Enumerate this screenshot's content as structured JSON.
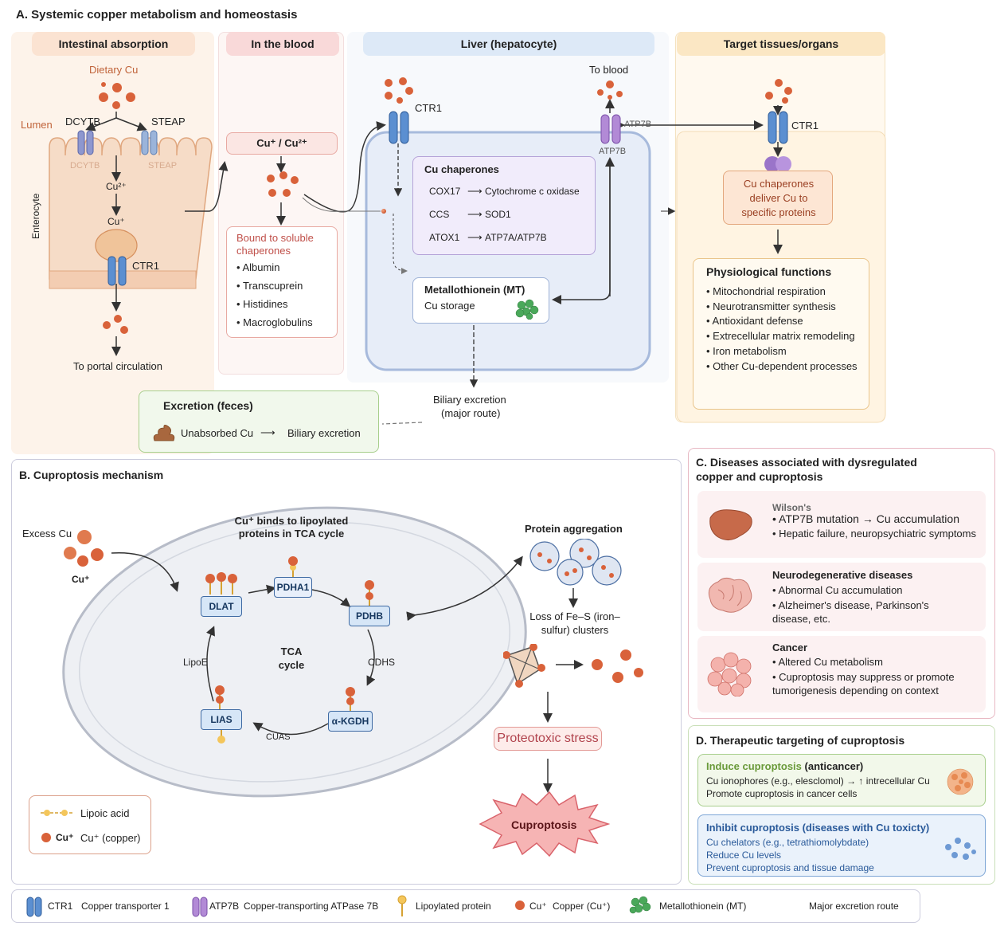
{
  "panelA": {
    "title": "A. Systemic copper metabolism and homeostasis",
    "intestinal": {
      "header": "Intestinal absorption",
      "dietary": "Dietary Cu",
      "lumen": "Lumen",
      "dcytb": "DCYTB",
      "steap": "STEAP",
      "dcytb_faint": "DCYTB",
      "steap_faint": "STEAP",
      "cu2": "Cu²⁺",
      "cu1": "Cu⁺",
      "enterocyte": "Enterocyte",
      "ctr1": "CTR1",
      "portal": "To portal circulation"
    },
    "blood": {
      "header": "In the blood",
      "cu_label": "Cu⁺ / Cu²⁺",
      "bound_title": "Bound to soluble chaperones",
      "items": [
        "Albumin",
        "Transcuprein",
        "Histidines",
        "Macroglobulins"
      ]
    },
    "liver": {
      "header": "Liver (hepatocyte)",
      "ctr1": "CTR1",
      "to_blood": "To blood",
      "atp7b_side": "ATP7B",
      "atp7b_bottom": "ATP7B",
      "chaperones_title": "Cu chaperones",
      "chaperones": [
        {
          "from": "COX17",
          "to": "Cytochrome c oxidase"
        },
        {
          "from": "CCS",
          "to": "SOD1"
        },
        {
          "from": "ATOX1",
          "to": "ATP7A/ATP7B"
        }
      ],
      "mt_title": "Metallothionein (MT)",
      "mt_sub": "Cu storage",
      "biliary": "Biliary excretion",
      "biliary_sub": "(major route)"
    },
    "target": {
      "header": "Target tissues/organs",
      "ctr1": "CTR1",
      "chaperone_box": "Cu chaperones deliver Cu to specific proteins",
      "phys_title": "Physiological functions",
      "phys_items": [
        "Mitochondrial respiration",
        "Neurotransmitter synthesis",
        "Antioxidant defense",
        "Extrecellular matrix remodeling",
        "Iron metabolism",
        "Other Cu-dependent processes"
      ]
    },
    "excretion": {
      "title": "Excretion (feces)",
      "unabsorbed": "Unabsorbed Cu",
      "biliary": "Biliary excretion"
    }
  },
  "panelB": {
    "title": "B.  Cuproptosis mechanism",
    "excess": "Excess Cu",
    "cu_plus": "Cu⁺",
    "binds": "Cu⁺ binds to lipoylated proteins in TCA cycle",
    "tca": "TCA cycle",
    "nodes": {
      "dlat": "DLAT",
      "pdha1": "PDHA1",
      "pdhb": "PDHB",
      "lias": "LIAS",
      "akgdh": "α-KGDH"
    },
    "labels": {
      "lipoic_side": "LipoE",
      "cdhs": "CDHS",
      "cuas": "CUAS"
    },
    "aggregation": "Protein aggregation",
    "loss": "Loss of Fe–S (iron–sulfur) clusters",
    "proteotoxic": "Proteotoxic stress",
    "cuproptosis": "Cuproptosis",
    "legend": {
      "lipoic": "Lipoic acid",
      "cu_mark": "Cu⁺",
      "cu": "Cu⁺ (copper)"
    }
  },
  "panelC": {
    "title": "C.  Diseases associated with dysregulated copper and cuproptosis",
    "wilson_title": "Wilson's",
    "wilson": [
      "ATP7B mutation → Cu accumulation",
      "Hepatic failure, neuropsychiatric symptoms"
    ],
    "neuro_title": "Neurodegenerative diseases",
    "neuro": [
      "Abnormal Cu accumulation",
      "Alzheimer's disease, Parkinson's disease, etc."
    ],
    "cancer_title": "Cancer",
    "cancer": [
      "Altered Cu metabolism",
      "Cuproptosis may suppress or promote tumorigenesis depending on context"
    ]
  },
  "panelD": {
    "title": "D.  Therapeutic targeting of cuproptosis",
    "induce_title": "Induce cuproptosis",
    "induce_tag": "(anticancer)",
    "induce_line1": "Cu ionophores (e.g., elesclomol) → ↑ intrecellular Cu",
    "induce_line2": "Promote cuproptosis in cancer cells",
    "inhibit_title": "Inhibit cuproptosis (diseases with Cu toxicty)",
    "inhibit_line1": "Cu chelators (e.g., tetrathiomolybdate)",
    "inhibit_line2": "Reduce Cu levels",
    "inhibit_line3": "Prevent cuproptosis and tissue damage"
  },
  "legend": {
    "ctr1": "CTR1",
    "ctr1_desc": "Copper transporter 1",
    "atp7b": "ATP7B",
    "atp7b_desc": "Copper-transporting ATPase 7B",
    "lipoylated": "Lipoylated protein",
    "cu": "Cu⁺",
    "cu_desc": "Copper (Cu⁺)",
    "mt": "Metallothionein (MT)",
    "route": "Major excretion route"
  },
  "colors": {
    "copper": "#d9623a",
    "ctr1": "#4f7fbf",
    "atp7b": "#9a6fbf",
    "mt": "#4aa85a"
  }
}
